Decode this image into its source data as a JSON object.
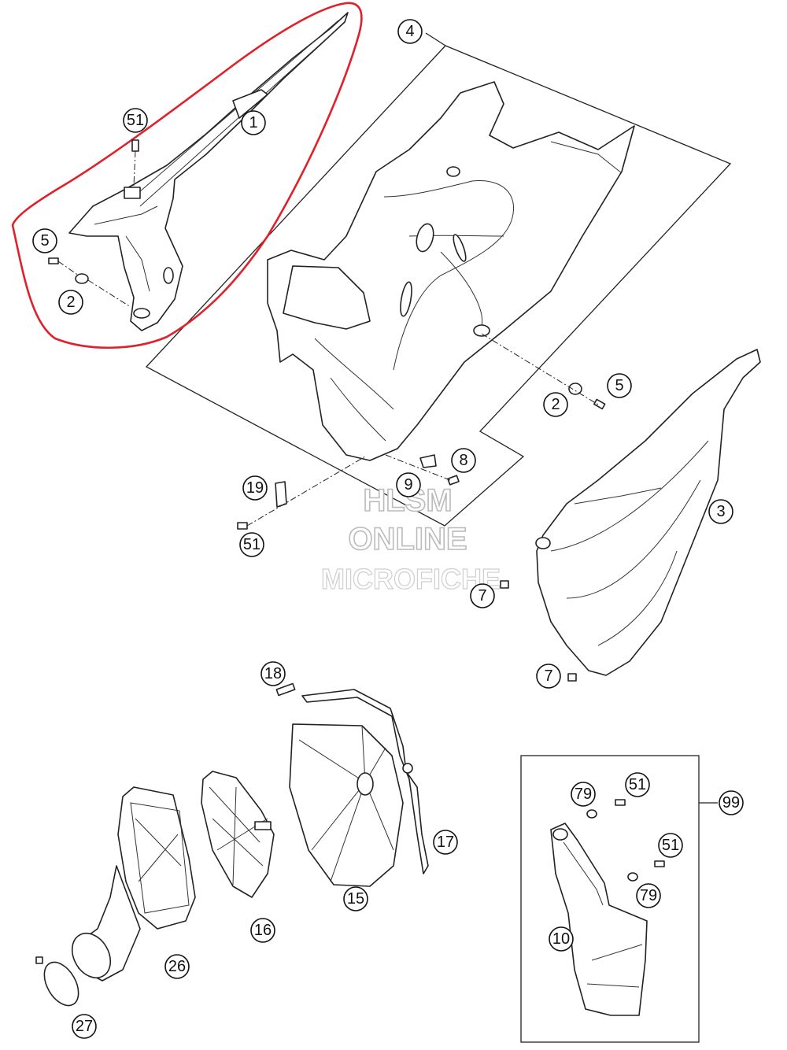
{
  "callouts": [
    "1",
    "2",
    "3",
    "4",
    "5",
    "7",
    "8",
    "9",
    "10",
    "15",
    "16",
    "17",
    "18",
    "19",
    "26",
    "27",
    "51",
    "79",
    "99"
  ],
  "watermark": {
    "line1": "HLSM",
    "line2": "ONLINE",
    "line3": "MICROFICHE"
  },
  "highlight": {
    "color": "#e0202a"
  }
}
